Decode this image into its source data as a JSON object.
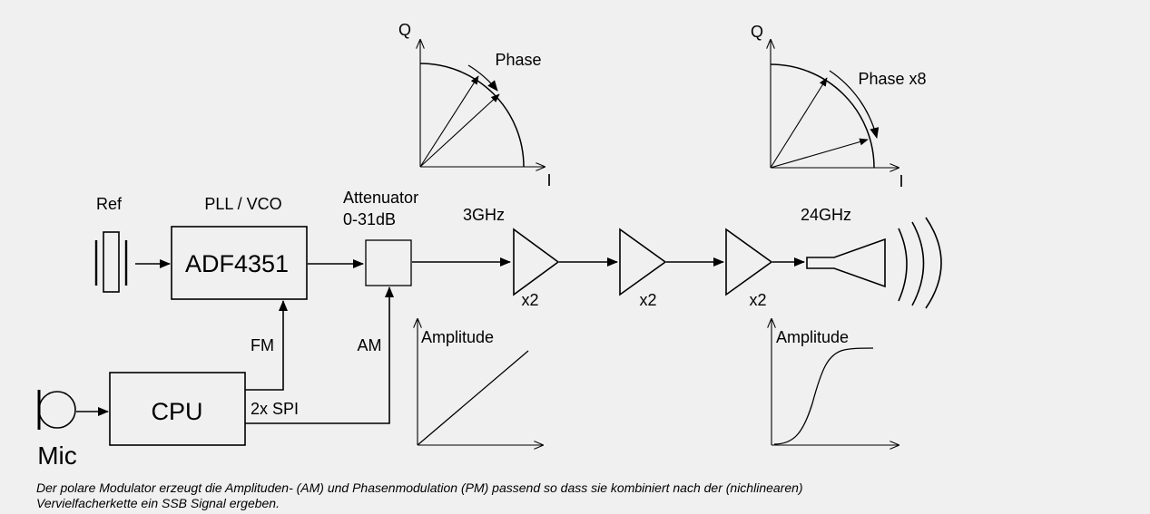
{
  "labels": {
    "ref": "Ref",
    "pll_vco": "PLL / VCO",
    "adf": "ADF4351",
    "attenuator_line1": "Attenuator",
    "attenuator_line2": "0-31dB",
    "freq_3g": "3GHz",
    "freq_24g": "24GHz",
    "x2": "x2",
    "fm": "FM",
    "am": "AM",
    "spi": "2x SPI",
    "cpu": "CPU",
    "mic": "Mic",
    "q": "Q",
    "i": "I",
    "phase": "Phase",
    "phase_x8": "Phase x8",
    "amplitude": "Amplitude"
  },
  "caption_line1": "Der polare Modulator erzeugt die Amplituden- (AM) und Phasenmodulation (PM) passend so dass sie kombiniert nach der (nichlinearen)",
  "caption_line2": "Vervielfacherkette ein SSB Signal ergeben."
}
